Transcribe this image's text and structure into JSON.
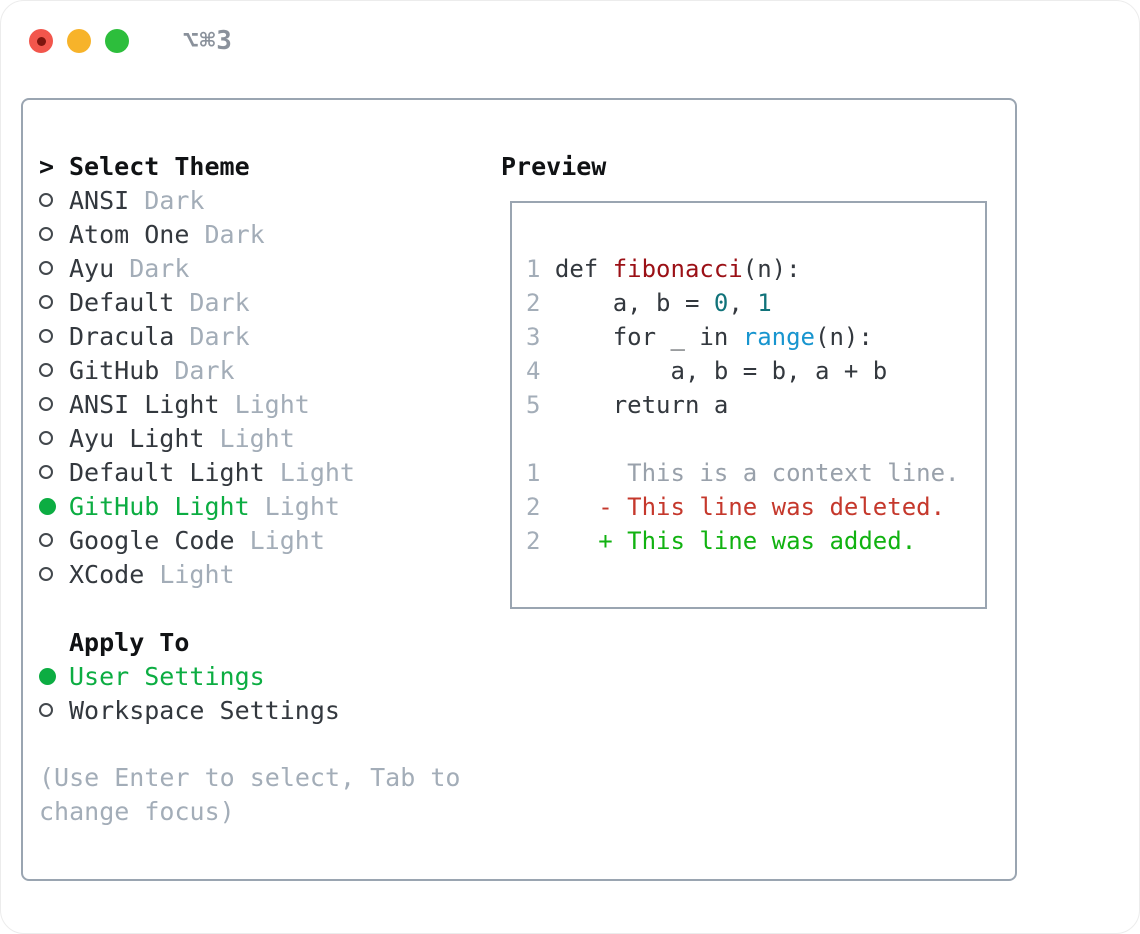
{
  "titlebar": {
    "shortcut": "⌥⌘3"
  },
  "colors": {
    "accent-green": "#0cad42",
    "added-green": "#11b211",
    "deleted-red": "#c5382c",
    "function-red": "#9b1016",
    "number-teal": "#11737a",
    "builtin-blue": "#1895cf",
    "muted-gray": "#a3adb8",
    "context-gray": "#99a1ab",
    "text-dark": "#33383e",
    "heading-dark": "#101214",
    "border-gray": "#9aa5b1",
    "light-red": "#f2564c",
    "light-yellow": "#f7b32a",
    "light-green": "#2dbe3c"
  },
  "theme_picker": {
    "title": "Select Theme",
    "items": [
      {
        "name": "ANSI",
        "variant": "Dark",
        "selected": false
      },
      {
        "name": "Atom One",
        "variant": "Dark",
        "selected": false
      },
      {
        "name": "Ayu",
        "variant": "Dark",
        "selected": false
      },
      {
        "name": "Default",
        "variant": "Dark",
        "selected": false
      },
      {
        "name": "Dracula",
        "variant": "Dark",
        "selected": false
      },
      {
        "name": "GitHub",
        "variant": "Dark",
        "selected": false
      },
      {
        "name": "ANSI Light",
        "variant": "Light",
        "selected": false
      },
      {
        "name": "Ayu Light",
        "variant": "Light",
        "selected": false
      },
      {
        "name": "Default Light",
        "variant": "Light",
        "selected": false
      },
      {
        "name": "GitHub Light",
        "variant": "Light",
        "selected": true
      },
      {
        "name": "Google Code",
        "variant": "Light",
        "selected": false
      },
      {
        "name": "XCode",
        "variant": "Light",
        "selected": false
      }
    ]
  },
  "apply_to": {
    "title": "Apply To",
    "options": [
      {
        "label": "User Settings",
        "selected": true
      },
      {
        "label": "Workspace Settings",
        "selected": false
      }
    ]
  },
  "hint": "(Use Enter to select, Tab to change focus)",
  "preview": {
    "title": "Preview",
    "code_lines": [
      {
        "num": "1",
        "tokens": [
          {
            "t": "def ",
            "c": "code"
          },
          {
            "t": "fibonacci",
            "c": "function"
          },
          {
            "t": "(n):",
            "c": "code"
          }
        ]
      },
      {
        "num": "2",
        "tokens": [
          {
            "t": "    a, b = ",
            "c": "code"
          },
          {
            "t": "0",
            "c": "number"
          },
          {
            "t": ", ",
            "c": "code"
          },
          {
            "t": "1",
            "c": "number"
          }
        ]
      },
      {
        "num": "3",
        "tokens": [
          {
            "t": "    for _ in ",
            "c": "code"
          },
          {
            "t": "range",
            "c": "builtin"
          },
          {
            "t": "(n):",
            "c": "code"
          }
        ]
      },
      {
        "num": "4",
        "tokens": [
          {
            "t": "        a, b = b, a + b",
            "c": "code"
          }
        ]
      },
      {
        "num": "5",
        "tokens": [
          {
            "t": "    return a",
            "c": "code"
          }
        ]
      }
    ],
    "diff_lines": [
      {
        "num": "1",
        "kind": "context",
        "text": "     This is a context line."
      },
      {
        "num": "2",
        "kind": "deleted",
        "text": "   - This line was deleted."
      },
      {
        "num": "2",
        "kind": "added",
        "text": "   + This line was added."
      }
    ]
  }
}
